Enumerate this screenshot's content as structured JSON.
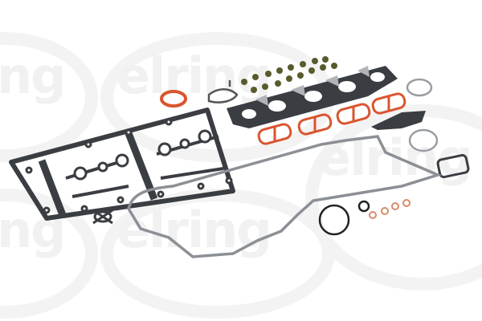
{
  "image": {
    "subject": "Engine gasket set product photo",
    "background": "#ffffff",
    "watermark": {
      "text": "elring",
      "visible_fragments": [
        "ng",
        "elring",
        "ng",
        "elring",
        "elring"
      ],
      "color": "#f1f1f1"
    },
    "colors": {
      "gasket_dark": "#3a3d42",
      "gasket_metal": "#9a9ea3",
      "gasket_orange": "#d9552f",
      "valve_seal": "#5a5a2e",
      "copper_washer": "#d98a6a",
      "o_ring": "#222222"
    },
    "parts": [
      {
        "name": "valve-cover-gasket",
        "color": "dark"
      },
      {
        "name": "exhaust-manifold-gasket",
        "color": "dark"
      },
      {
        "name": "intake-manifold-gaskets",
        "count": 4,
        "color": "orange"
      },
      {
        "name": "valve-stem-seals",
        "count": 16
      },
      {
        "name": "timing-cover-gasket",
        "color": "metal"
      },
      {
        "name": "orange-ring-seal",
        "count": 1
      },
      {
        "name": "egr-gasket",
        "count": 1
      },
      {
        "name": "copper-washers",
        "count": 4
      },
      {
        "name": "o-rings",
        "count": 2
      },
      {
        "name": "metal-rings",
        "count": 2
      },
      {
        "name": "square-gasket",
        "count": 1
      },
      {
        "name": "flange-gasket",
        "count": 1
      },
      {
        "name": "small-cross-gasket",
        "count": 1
      }
    ]
  }
}
